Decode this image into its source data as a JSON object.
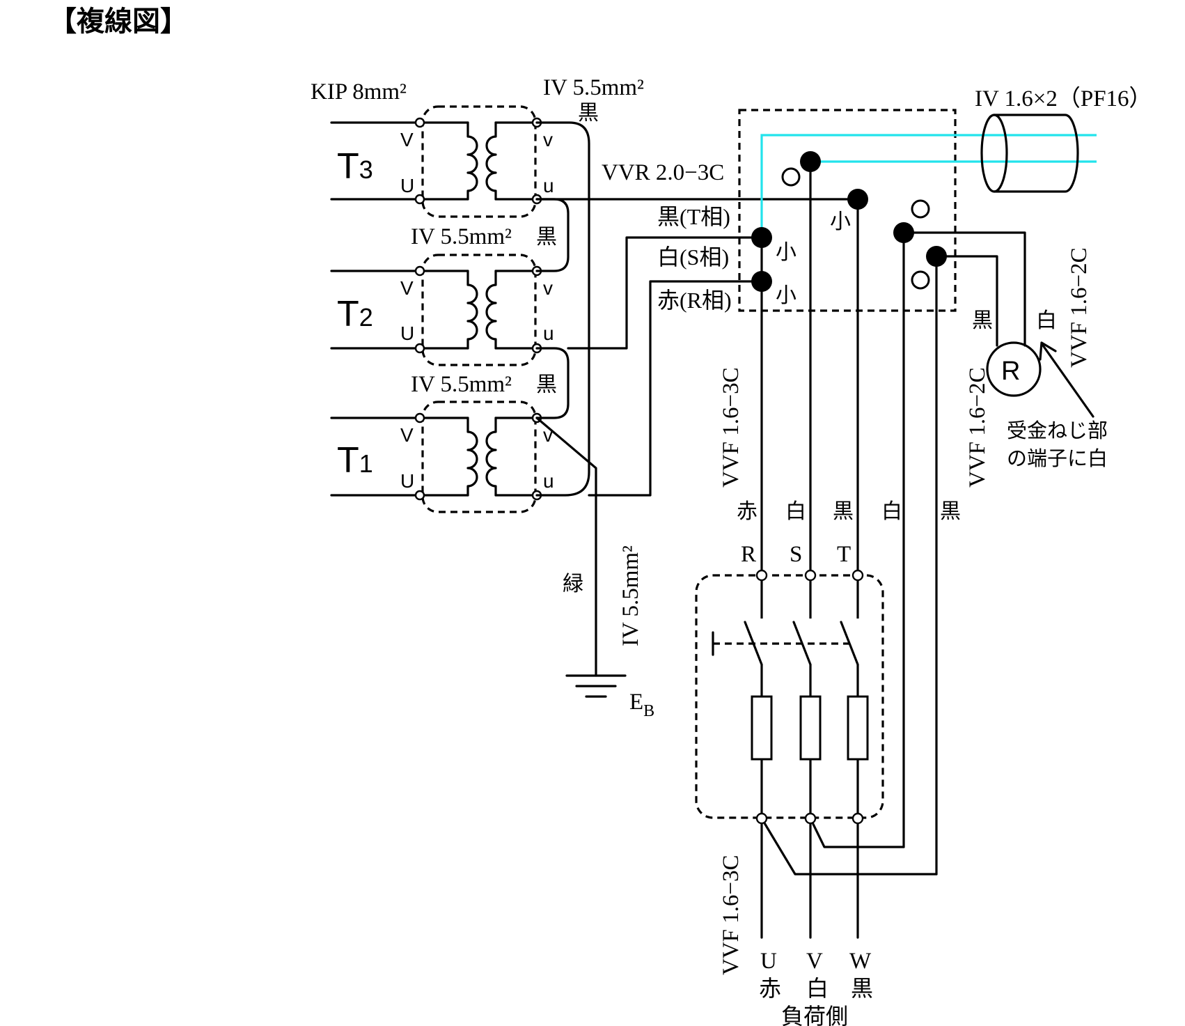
{
  "title": "【複線図】",
  "transformers": [
    {
      "label": "T",
      "sub": "3",
      "primary_top": "V",
      "primary_bottom": "U",
      "secondary_top": "v",
      "secondary_bottom": "u"
    },
    {
      "label": "T",
      "sub": "2",
      "primary_top": "V",
      "primary_bottom": "U",
      "secondary_top": "v",
      "secondary_bottom": "u"
    },
    {
      "label": "T",
      "sub": "1",
      "primary_top": "V",
      "primary_bottom": "U",
      "secondary_top": "v",
      "secondary_bottom": "u"
    }
  ],
  "labels": {
    "kip": "KIP 8mm²",
    "iv_top": "IV 5.5mm²",
    "iv_top_color": "黒",
    "iv_mid1": "IV 5.5mm²",
    "iv_mid1_color": "黒",
    "iv_mid2": "IV 5.5mm²",
    "iv_mid2_color": "黒",
    "vvr": "VVR 2.0−3C",
    "phase_t": "黒(T相)",
    "phase_s": "白(S相)",
    "phase_r": "赤(R相)",
    "iv_pf": "IV 1.6×2（PF16）",
    "small1": "小",
    "small2": "小",
    "small3": "小",
    "vvf_3c_top": "VVF 1.6−3C",
    "vvf_2c_lamp": "VVF 1.6−2C",
    "vvf_2c_right": "VVF 1.6−2C",
    "lamp_black": "黒",
    "lamp_white": "白",
    "lamp_symbol": "R",
    "lamp_note_1": "受金ねじ部",
    "lamp_note_2": "の端子に白",
    "ground_color": "緑",
    "ground_wire": "IV 5.5mm²",
    "ground_symbol": "E",
    "ground_sub": "B",
    "wire_red": "赤",
    "wire_white1": "白",
    "wire_black1": "黒",
    "wire_white2": "白",
    "wire_black2": "黒",
    "term_r": "R",
    "term_s": "S",
    "term_t": "T",
    "vvf_3c_bottom": "VVF 1.6−3C",
    "out_u": "U",
    "out_v": "V",
    "out_w": "W",
    "out_u_color": "赤",
    "out_v_color": "白",
    "out_w_color": "黒",
    "load_side": "負荷側"
  },
  "colors": {
    "wire": "#000000",
    "pf_wire": "#22e3ec",
    "background": "#ffffff"
  }
}
